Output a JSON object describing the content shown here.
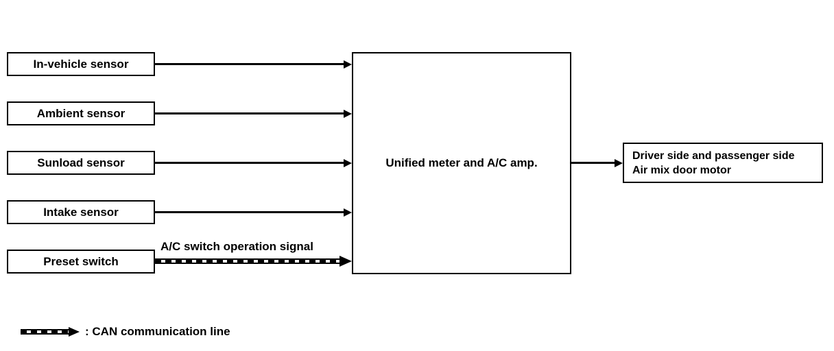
{
  "diagram": {
    "title_hint": "A/C system block diagram",
    "input_boxes": [
      {
        "label": "In-vehicle sensor"
      },
      {
        "label": "Ambient sensor"
      },
      {
        "label": "Sunload sensor"
      },
      {
        "label": "Intake sensor"
      },
      {
        "label": "Preset switch"
      }
    ],
    "can_signal_label": "A/C switch operation signal",
    "center_box_label": "Unified meter and A/C amp.",
    "output_box": {
      "line1": "Driver side and passenger side",
      "line2": "Air mix door motor"
    },
    "legend": {
      "label": ": CAN communication line"
    },
    "colors": {
      "line": "#000000",
      "background": "#ffffff"
    }
  }
}
